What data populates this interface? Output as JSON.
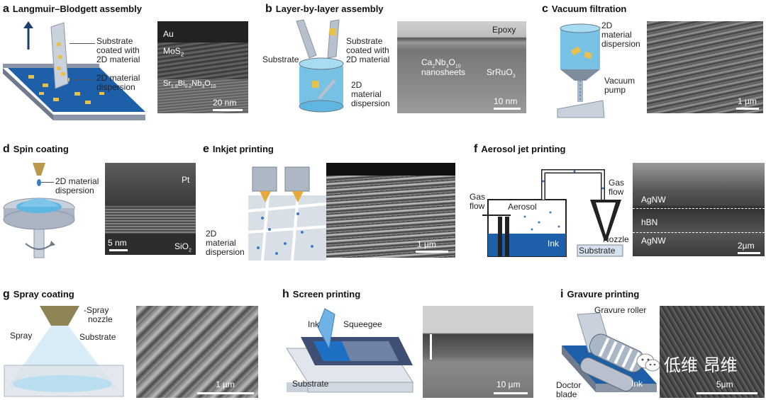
{
  "panels": [
    {
      "letter": "a",
      "title": "Langmuir–Blodgett assembly",
      "labels": [
        "Substrate",
        "coated with",
        "2D material",
        "2D material",
        "dispersion"
      ],
      "micro": {
        "layers": [
          "Au",
          "MoS",
          "2",
          "Sr",
          "1.8",
          "Bi",
          "0.2",
          "Nb",
          "3",
          "O",
          "10"
        ],
        "scale": "20 nm"
      }
    },
    {
      "letter": "b",
      "title": "Layer-by-layer assembly",
      "labels": [
        "Substrate",
        "Substrate",
        "coated with",
        "2D material",
        "2D",
        "material",
        "dispersion"
      ],
      "micro": {
        "layers": [
          "Epoxy",
          "Ca",
          "2",
          "Nb",
          "3",
          "O",
          "10",
          "nanosheets",
          "SrRuO",
          "3"
        ],
        "scale": "10 nm"
      }
    },
    {
      "letter": "c",
      "title": "Vacuum filtration",
      "labels": [
        "2D",
        "material",
        "dispersion",
        "Vacuum",
        "pump"
      ],
      "micro": {
        "scale": "1 µm"
      }
    },
    {
      "letter": "d",
      "title": "Spin coating",
      "labels": [
        "2D material",
        "dispersion"
      ],
      "micro": {
        "layers": [
          "Pt",
          "SiO",
          "2"
        ],
        "scale": "5 nm"
      }
    },
    {
      "letter": "e",
      "title": "Inkjet printing",
      "labels": [
        "2D",
        "material",
        "dispersion"
      ],
      "micro": {
        "scale": "1 µm"
      }
    },
    {
      "letter": "f",
      "title": "Aerosol jet printing",
      "labels": [
        "Gas",
        "flow",
        "Aerosol",
        "Gas",
        "flow",
        "Nozzle",
        "Ink",
        "Substrate"
      ],
      "micro": {
        "layers": [
          "AgNW",
          "hBN",
          "AgNW"
        ],
        "scale": "2µm"
      }
    },
    {
      "letter": "g",
      "title": "Spray coating",
      "labels": [
        "-Spray",
        "nozzle",
        "Spray",
        "Substrate"
      ],
      "micro": {
        "scale": "1 µm"
      }
    },
    {
      "letter": "h",
      "title": "Screen printing",
      "labels": [
        "Ink",
        "Squeegee",
        "Substrate"
      ],
      "micro": {
        "scale": "10 µm"
      }
    },
    {
      "letter": "i",
      "title": "Gravure printing",
      "labels": [
        "Gravure roller",
        "Doctor",
        "blade",
        "Ink"
      ],
      "micro": {
        "scale": "5µm"
      }
    }
  ],
  "watermark": "低维 昂维"
}
